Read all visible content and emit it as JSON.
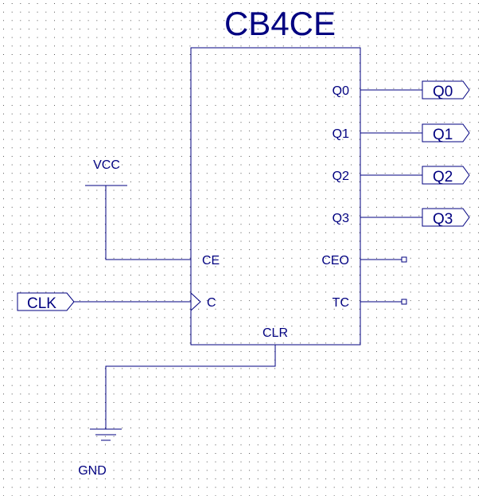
{
  "schematic": {
    "component_name": "CB4CE",
    "pins": {
      "q0": "Q0",
      "q1": "Q1",
      "q2": "Q2",
      "q3": "Q3",
      "ceo": "CEO",
      "tc": "TC",
      "ce": "CE",
      "c": "C",
      "clr": "CLR"
    },
    "ports": {
      "q0": "Q0",
      "q1": "Q1",
      "q2": "Q2",
      "q3": "Q3",
      "clk": "CLK"
    },
    "power": {
      "vcc": "VCC",
      "gnd": "GND"
    }
  },
  "colors": {
    "wire": "#000080",
    "text": "#000080",
    "grid_dot": "#000000",
    "background": "#ffffff"
  }
}
